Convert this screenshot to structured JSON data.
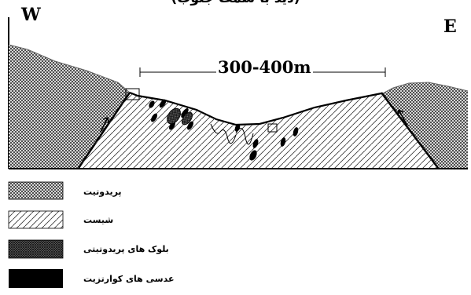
{
  "figure": {
    "top_caption": "(دید با سمت جنوب)",
    "west_label": "W",
    "east_label": "E",
    "width_label": "300-400m"
  },
  "legend": {
    "items": [
      {
        "label": "پریدوتیت",
        "fill": "crosshatch"
      },
      {
        "label": "شیست",
        "fill": "diagonal-lines"
      },
      {
        "label": "بلوک های پریدوتیتی",
        "fill": "dense-crosshatch"
      },
      {
        "label": "عدسی های کوارتزیت",
        "fill": "solid-black"
      }
    ]
  },
  "colors": {
    "ink": "#000000",
    "background": "#ffffff",
    "hatch": "#333333"
  }
}
